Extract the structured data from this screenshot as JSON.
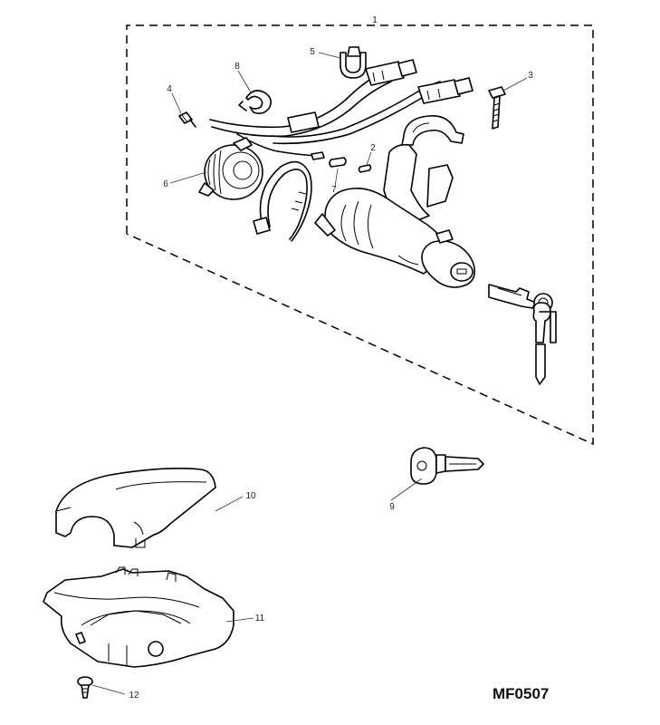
{
  "diagram": {
    "reference_code": "MF0507",
    "callouts": [
      {
        "id": "1",
        "label": "1"
      },
      {
        "id": "2",
        "label": "2"
      },
      {
        "id": "3",
        "label": "3"
      },
      {
        "id": "4",
        "label": "4"
      },
      {
        "id": "5",
        "label": "5"
      },
      {
        "id": "6",
        "label": "6"
      },
      {
        "id": "7",
        "label": "7"
      },
      {
        "id": "8",
        "label": "8"
      },
      {
        "id": "9",
        "label": "9"
      },
      {
        "id": "10",
        "label": "10"
      },
      {
        "id": "11",
        "label": "11"
      },
      {
        "id": "12",
        "label": "12"
      }
    ]
  }
}
